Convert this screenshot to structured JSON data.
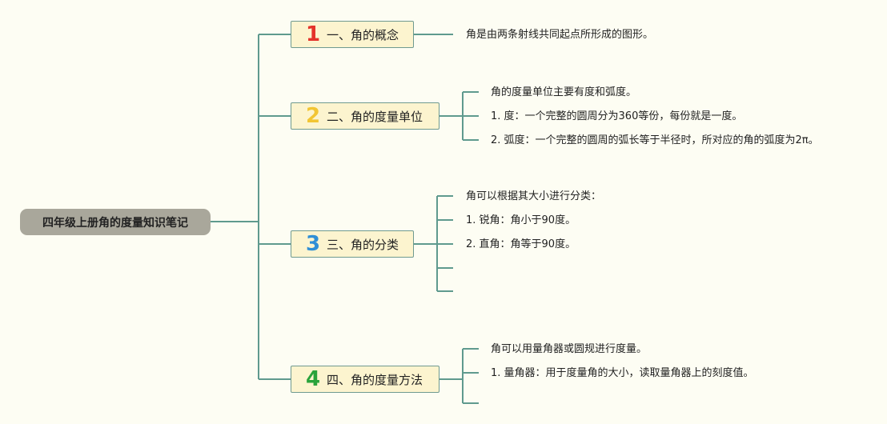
{
  "root": {
    "title": "四年级上册角的度量知识笔记"
  },
  "branches": [
    {
      "number": "1",
      "color": "#e4332b",
      "label": "一、角的概念",
      "items": [
        "角是由两条射线共同起点所形成的图形。"
      ]
    },
    {
      "number": "2",
      "color": "#f2c533",
      "label": "二、角的度量单位",
      "items": [
        "角的度量单位主要有度和弧度。",
        "1. 度：一个完整的圆周分为360等份，每份就是一度。",
        "2. 弧度：一个完整的圆周的弧长等于半径时，所对应的角的弧度为2π。"
      ]
    },
    {
      "number": "3",
      "color": "#2f8fd6",
      "label": "三、角的分类",
      "items": [
        "角可以根据其大小进行分类：",
        "1. 锐角：角小于90度。",
        "2. 直角：角等于90度。",
        "",
        ""
      ]
    },
    {
      "number": "4",
      "color": "#2aa33b",
      "label": "四、角的度量方法",
      "items": [
        "角可以用量角器或圆规进行度量。",
        "1. 量角器：用于度量角的大小，读取量角器上的刻度值。",
        ""
      ]
    }
  ],
  "colors": {
    "line": "#5f9a8e",
    "root_bg": "#a9a79b",
    "branch_bg": "#fcf4cf"
  }
}
